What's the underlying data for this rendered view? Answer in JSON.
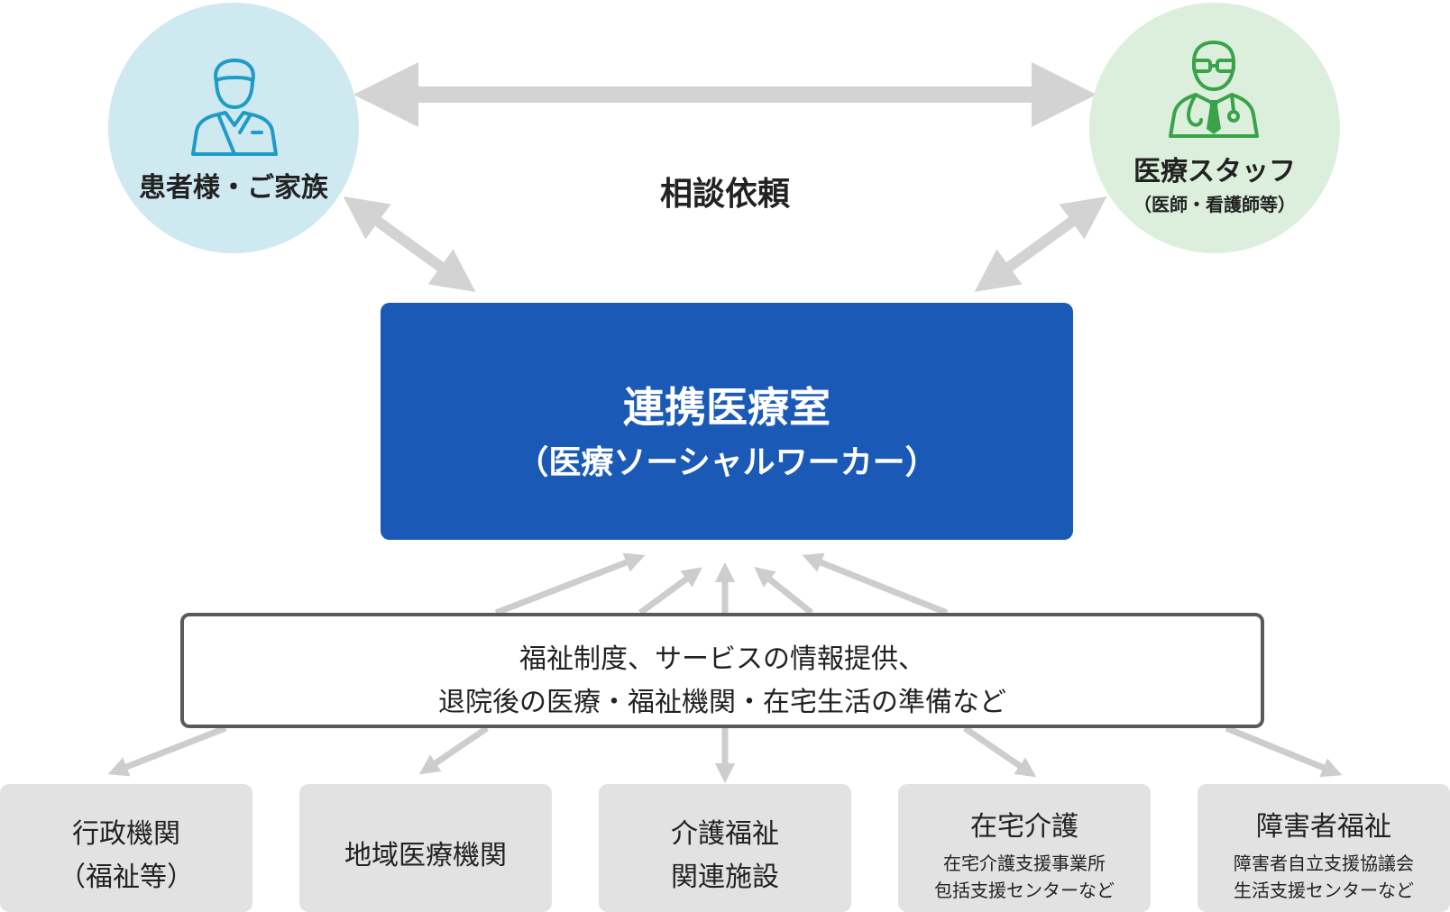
{
  "patient": {
    "label": "患者様・ご家族"
  },
  "staff": {
    "label": "医療スタッフ",
    "sub": "（医師・看護師等）"
  },
  "consult_label": "相談依頼",
  "center": {
    "title": "連携医療室",
    "subtitle": "（医療ソーシャルワーカー）"
  },
  "services": {
    "line1": "福祉制度、サービスの情報提供、",
    "line2": "退院後の医療・福祉機関・在宅生活の準備など"
  },
  "orgs": [
    {
      "title1": "行政機関",
      "title2": "（福祉等）"
    },
    {
      "title1": "地域医療機関"
    },
    {
      "title1": "介護福祉",
      "title2": "関連施設"
    },
    {
      "title1": "在宅介護",
      "sub1": "在宅介護支援事業所",
      "sub2": "包括支援センターなど"
    },
    {
      "title1": "障害者福祉",
      "sub1": "障害者自立支援協議会",
      "sub2": "生活支援センターなど"
    }
  ],
  "colors": {
    "patient_circle": "#cfe9f1",
    "staff_circle": "#dcefdc",
    "center_box": "#1a5ab6",
    "arrow": "#d3d3d3",
    "org_box": "#e2e2e2",
    "patient_icon": "#1e9bc6",
    "staff_icon": "#3aa34a"
  },
  "icons": {
    "patient": "patient-icon",
    "staff": "doctor-icon"
  }
}
